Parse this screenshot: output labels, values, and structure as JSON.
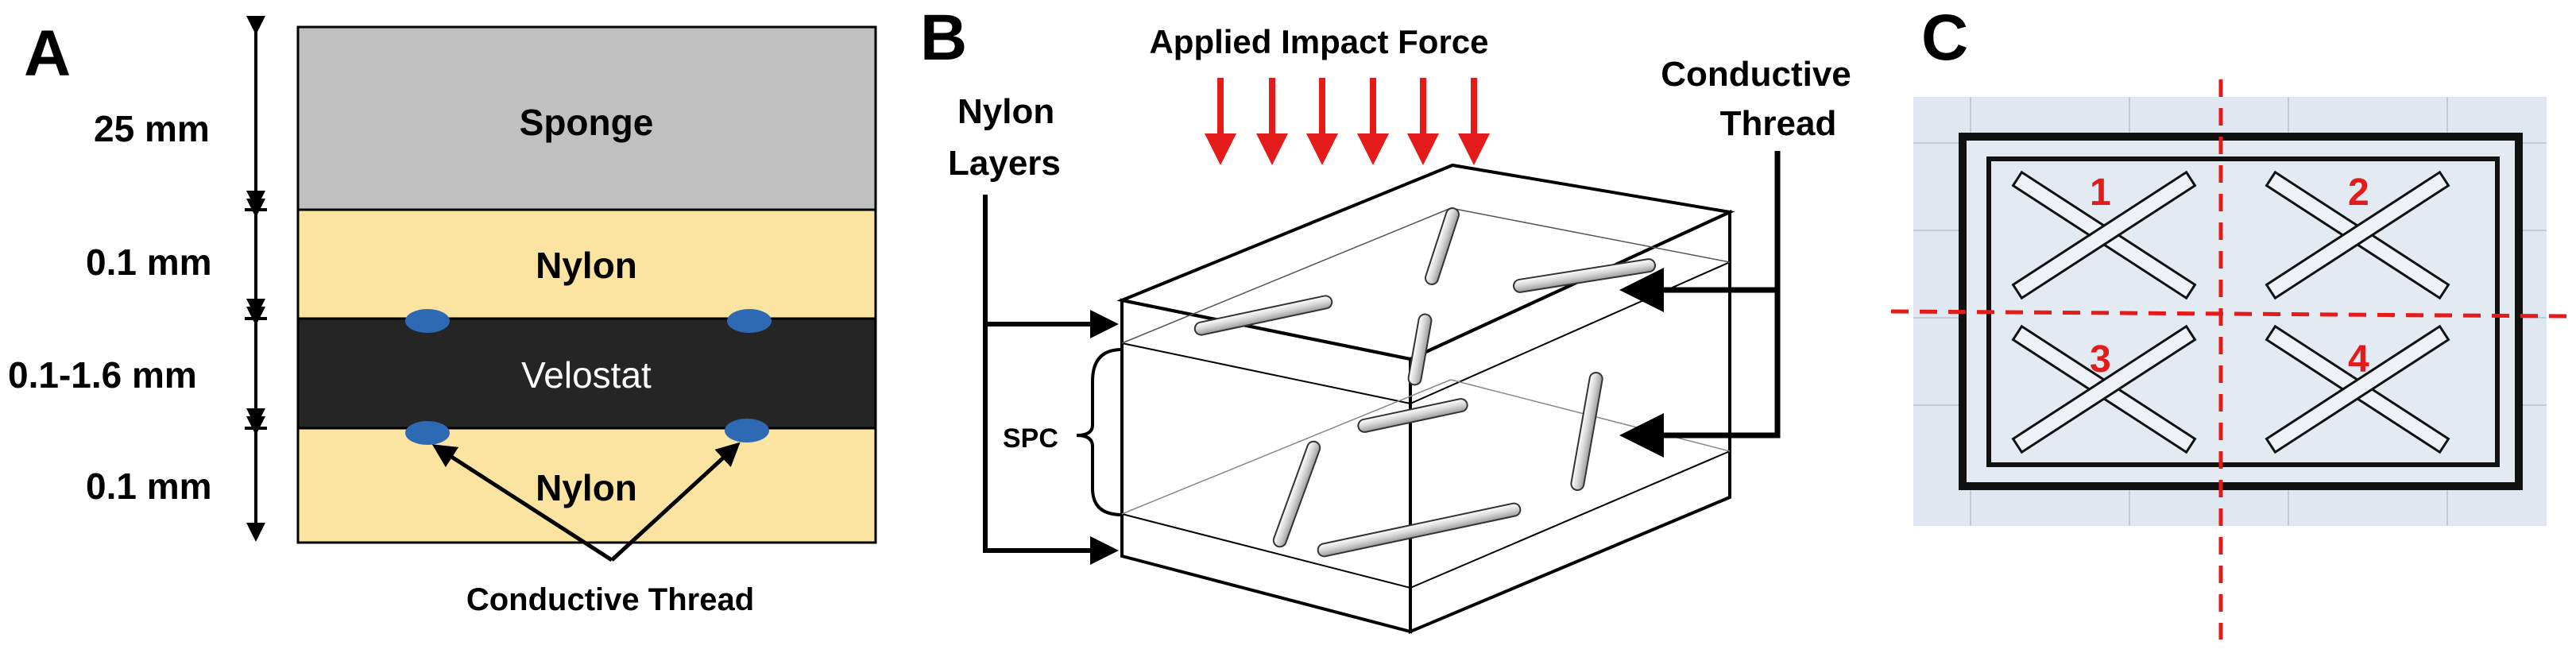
{
  "panelA": {
    "letter": "A",
    "dims": [
      "25 mm",
      "0.1 mm",
      "0.1-1.6 mm",
      "0.1 mm"
    ],
    "layers": [
      "Sponge",
      "Nylon",
      "Velostat",
      "Nylon"
    ],
    "thread_label": "Conductive Thread"
  },
  "panelB": {
    "letter": "B",
    "force_label": "Applied Impact Force",
    "nylon_label_1": "Nylon",
    "nylon_label_2": "Layers",
    "spc_label": "SPC",
    "thread_label_1": "Conductive",
    "thread_label_2": "Thread"
  },
  "panelC": {
    "letter": "C",
    "quadrants": [
      "1",
      "2",
      "3",
      "4"
    ]
  },
  "colors": {
    "sponge": "#c0c0c0",
    "nylon": "#fbe4a2",
    "velostat": "#252525",
    "thread": "#2e6ab4",
    "arrow_red": "#e41b1b",
    "dashed_red": "#e41b1b",
    "sensor_bg": "#dfe7f0"
  }
}
